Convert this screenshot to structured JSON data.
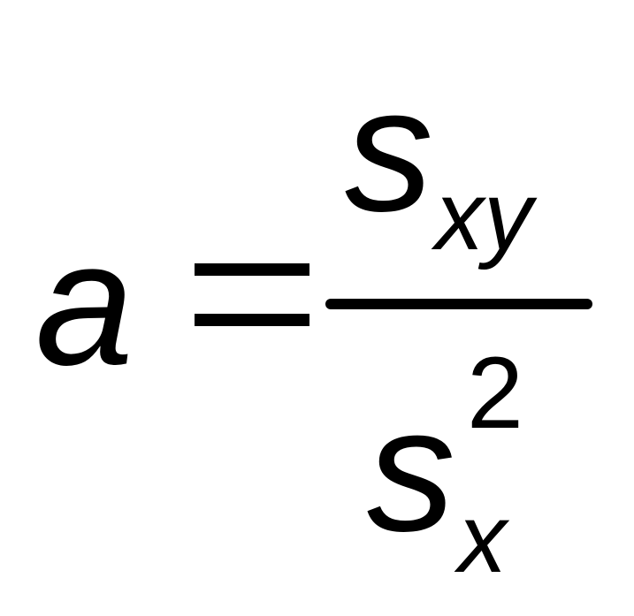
{
  "formula": {
    "lhs_variable": "a",
    "operator": "=",
    "numerator": {
      "base": "s",
      "subscript": "xy"
    },
    "denominator": {
      "base": "s",
      "subscript": "x",
      "superscript": "2"
    }
  },
  "colors": {
    "background": "#ffffff",
    "ink": "#000000"
  }
}
